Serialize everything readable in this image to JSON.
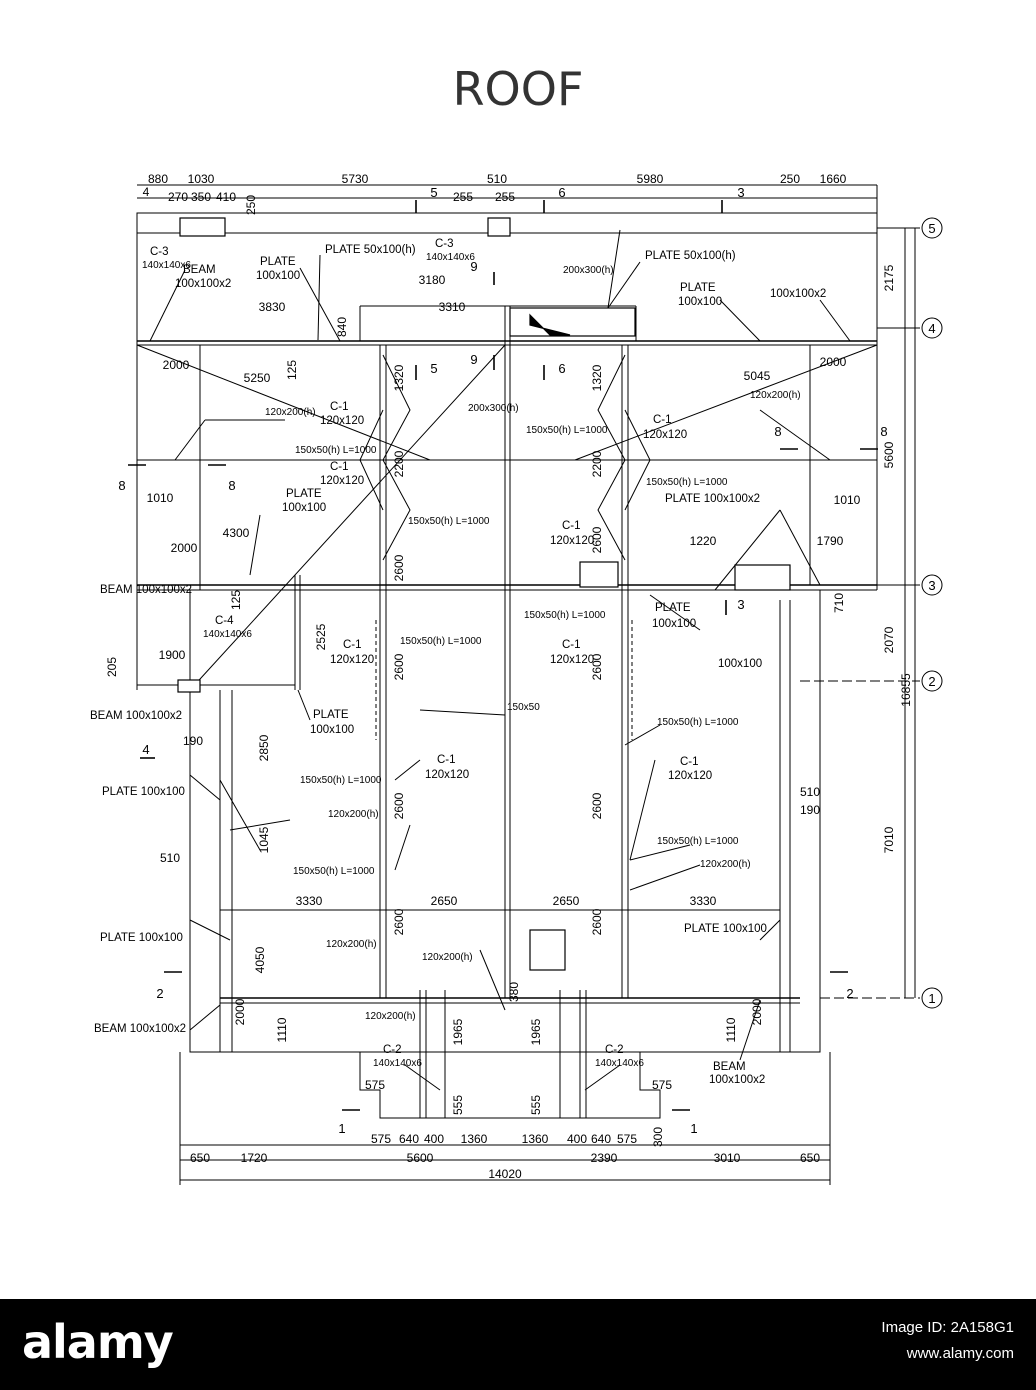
{
  "title": "ROOF",
  "top_dims": [
    "880",
    "1030",
    "5730",
    "510",
    "5980",
    "250",
    "1660"
  ],
  "top_subdims": [
    "4",
    "270",
    "350",
    "410",
    "250",
    "255",
    "255"
  ],
  "bottom_dims_a": [
    "575",
    "640",
    "400",
    "1360",
    "1360",
    "400",
    "640",
    "575"
  ],
  "bottom_dims_b": [
    "650",
    "1720",
    "5600",
    "2390",
    "3010",
    "650"
  ],
  "bottom_total": "14020",
  "grid_axes": [
    "5",
    "4",
    "3",
    "2",
    "1"
  ],
  "right_dims": [
    "2175",
    "5600",
    "2070",
    "16855",
    "7010",
    "710",
    "510",
    "190"
  ],
  "section_marks": [
    "5",
    "6",
    "3",
    "9",
    "8",
    "4",
    "2",
    "1"
  ],
  "callouts": {
    "c3": "C-3",
    "p140": "140x140x6",
    "beam_label": "BEAM",
    "beam_100x2": "100x100x2",
    "beam_full": "BEAM 100x100x2",
    "plate": "PLATE",
    "plate_100": "PLATE 100x100",
    "plate_50": "PLATE 50x100(h)",
    "plate_100x2": "PLATE 100x100x2",
    "p100": "100x100",
    "p200x300": "200x300(h)",
    "p120x200": "120x200(h)",
    "c1": "C-1",
    "p120x120": "120x120",
    "p150x50": "150x50(h) L=1000",
    "c4": "C-4",
    "c2": "C-2",
    "p150_50": "150x50"
  },
  "inner_dims": [
    "3180",
    "3310",
    "3830",
    "840",
    "2000",
    "5250",
    "125",
    "1320",
    "2200",
    "2600",
    "4300",
    "1010",
    "2525",
    "1900",
    "205",
    "190",
    "2850",
    "1045",
    "510",
    "3330",
    "2650",
    "4050",
    "1110",
    "1965",
    "380",
    "555",
    "300",
    "5045",
    "1220",
    "1790",
    "9"
  ],
  "footer": {
    "logo": "alamy",
    "image_id": "Image ID: 2A158G1",
    "site": "www.alamy.com"
  }
}
